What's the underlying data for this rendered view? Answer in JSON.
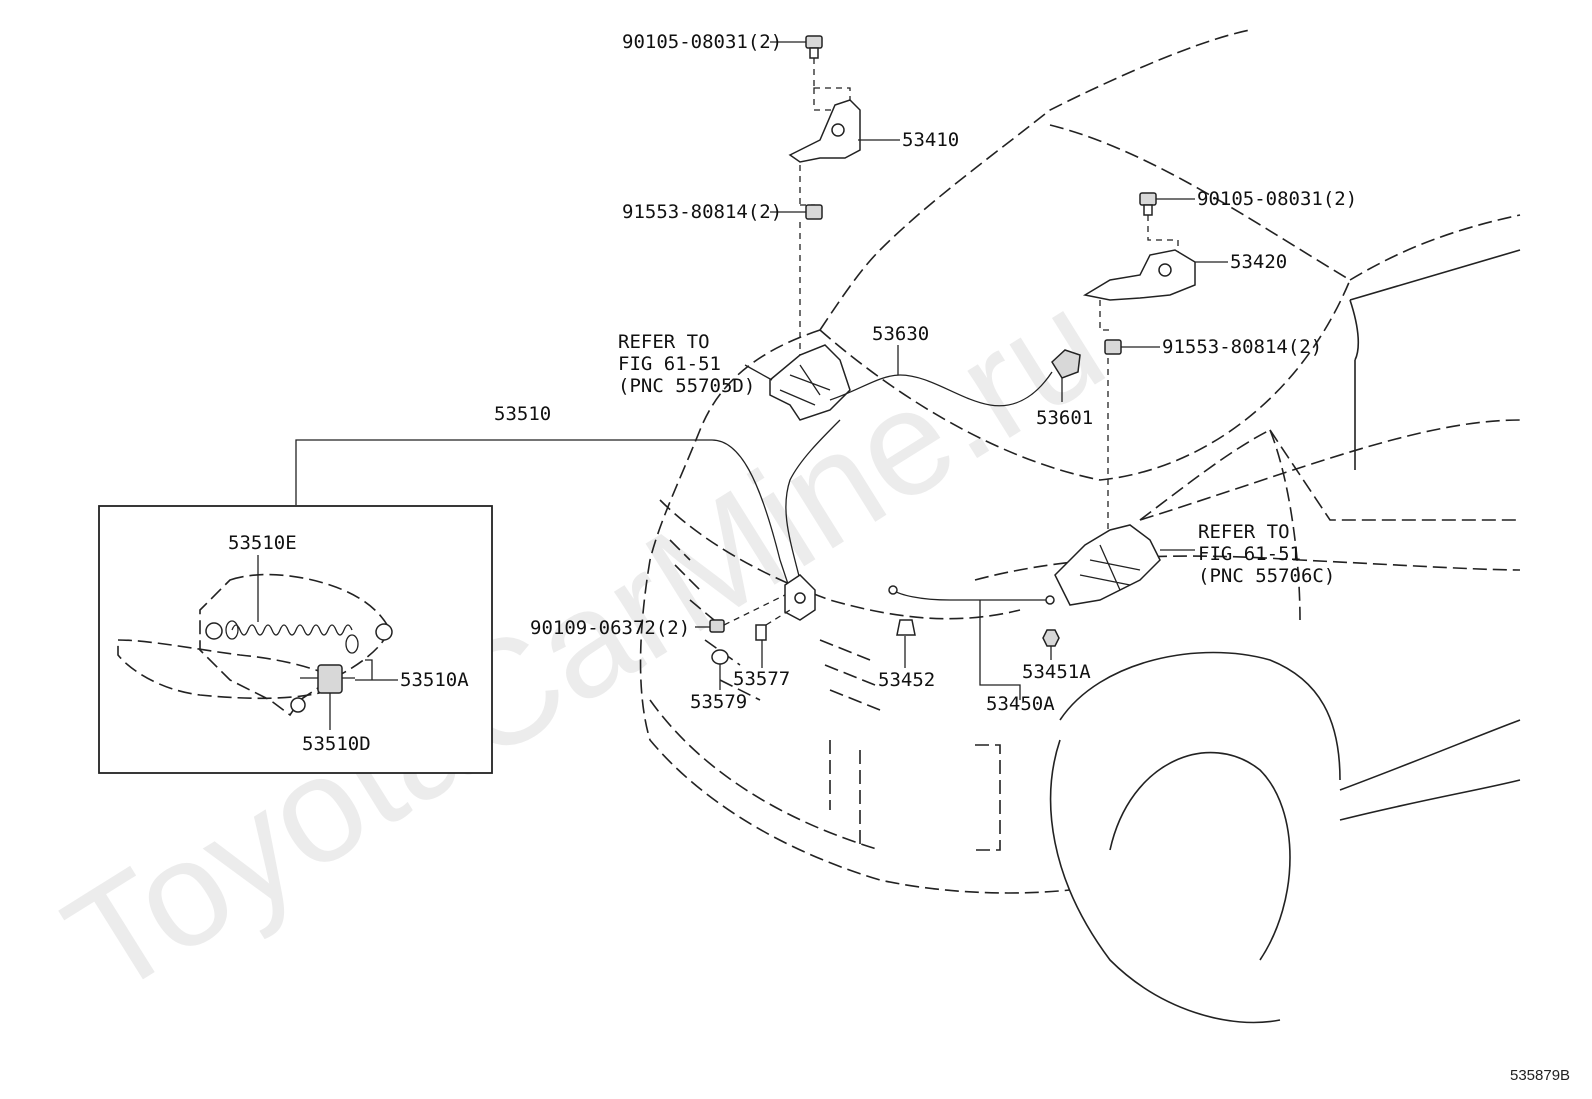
{
  "watermark": "ToyotaCarMine.ru",
  "figure_id": "535879B",
  "labels": {
    "bolt_top_left": "90105-08031(2)",
    "hinge_left": "53410",
    "nut_left": "91553-80814(2)",
    "bolt_top_right": "90105-08031(2)",
    "hinge_right": "53420",
    "nut_right": "91553-80814(2)",
    "refer_left_1": "REFER TO",
    "refer_left_2": "FIG 61-51",
    "refer_left_3": "(PNC 55705D)",
    "refer_right_1": "REFER TO",
    "refer_right_2": "FIG 61-51",
    "refer_right_3": "(PNC 55706C)",
    "cable": "53630",
    "release_lever": "53601",
    "lock_assy": "53510",
    "lock_sub_e": "53510E",
    "lock_sub_a": "53510A",
    "lock_sub_d": "53510D",
    "bolt_lock": "90109-06372(2)",
    "clip_577": "53577",
    "grommet_579": "53579",
    "support_452": "53452",
    "support_451a": "53451A",
    "support_450a": "53450A"
  }
}
